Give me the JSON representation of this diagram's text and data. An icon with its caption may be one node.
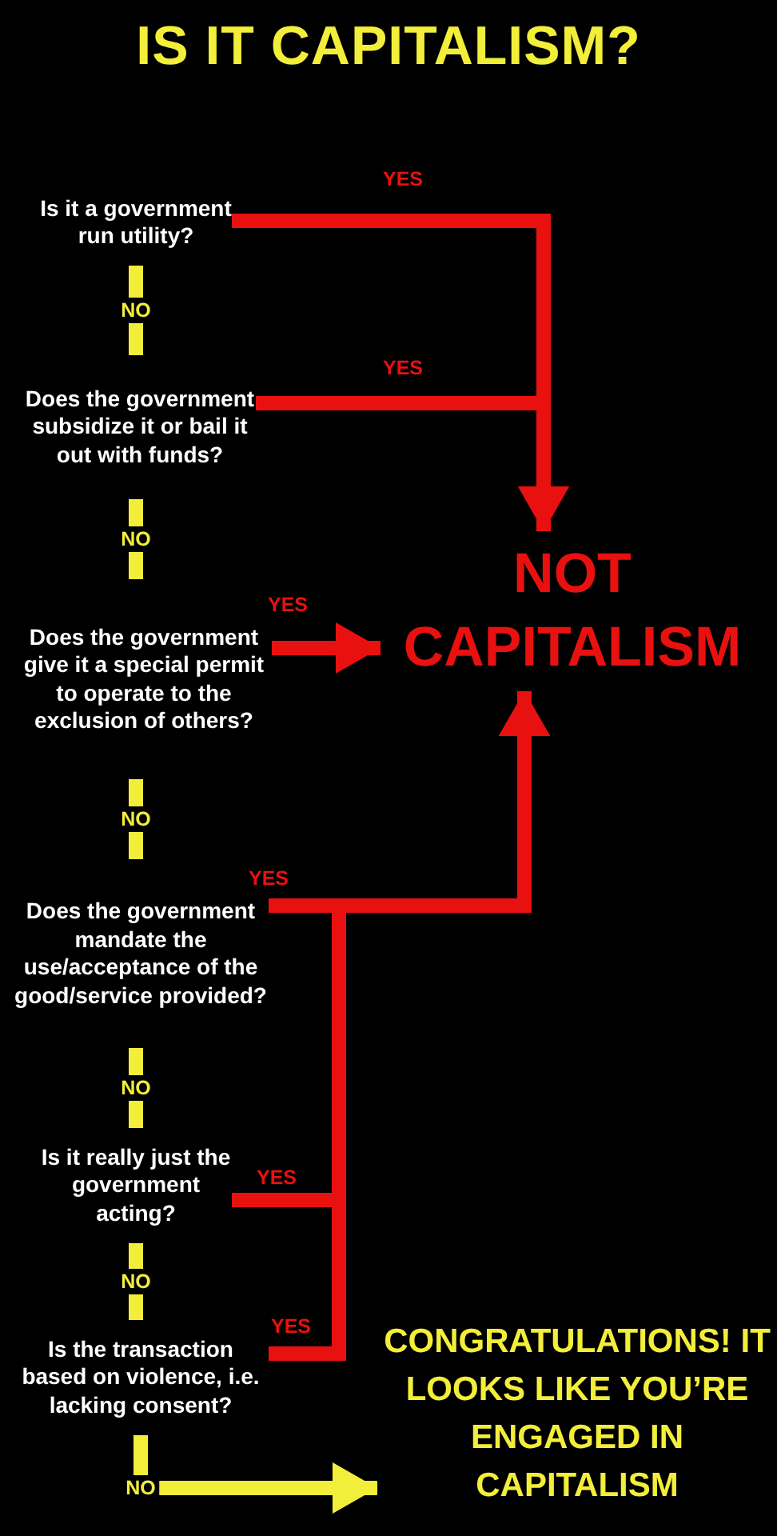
{
  "diagram": {
    "title": "IS IT CAPITALISM?",
    "nodes": [
      {
        "text": [
          "Is it a government run utility?"
        ]
      },
      {
        "text": [
          "Does the government subsidize it or bail it out with funds?"
        ]
      },
      {
        "text": [
          "Does the government give it a special permit to operate to the exclusion of others?"
        ]
      },
      {
        "text": [
          "Does the government mandate the use/acceptance of the good/service provided?"
        ]
      },
      {
        "text": [
          "Is it really just the government acting?"
        ]
      },
      {
        "text": [
          "Is the transaction based on violence, i.e. lacking consent?"
        ]
      },
      {
        "text": [
          "NOT CAPITALISM"
        ]
      },
      {
        "text": [
          "CONGRATULATIONS! IT LOOKS LIKE YOU’RE ENGAGED IN CAPITALISM"
        ]
      }
    ],
    "edges": [
      {
        "from": 0,
        "to": 6,
        "arrow": "to",
        "label": "YES",
        "color": "#e8110f"
      },
      {
        "from": 1,
        "to": 6,
        "arrow": "to",
        "label": "YES",
        "color": "#e8110f"
      },
      {
        "from": 2,
        "to": 6,
        "arrow": "to",
        "label": "YES",
        "color": "#e8110f"
      },
      {
        "from": 3,
        "to": 6,
        "arrow": "to",
        "label": "YES",
        "color": "#e8110f"
      },
      {
        "from": 4,
        "to": 6,
        "arrow": "to",
        "label": "YES",
        "color": "#e8110f"
      },
      {
        "from": 5,
        "to": 6,
        "arrow": "to",
        "label": "YES",
        "color": "#e8110f"
      },
      {
        "from": 0,
        "to": 1,
        "arrow": "none",
        "label": "NO",
        "color": "#f2ee3a"
      },
      {
        "from": 1,
        "to": 2,
        "arrow": "none",
        "label": "NO",
        "color": "#f2ee3a"
      },
      {
        "from": 2,
        "to": 3,
        "arrow": "none",
        "label": "NO",
        "color": "#f2ee3a"
      },
      {
        "from": 3,
        "to": 4,
        "arrow": "none",
        "label": "NO",
        "color": "#f2ee3a"
      },
      {
        "from": 4,
        "to": 5,
        "arrow": "none",
        "label": "NO",
        "color": "#f2ee3a"
      },
      {
        "from": 5,
        "to": 7,
        "arrow": "to",
        "label": "NO",
        "color": "#f2ee3a"
      }
    ]
  }
}
